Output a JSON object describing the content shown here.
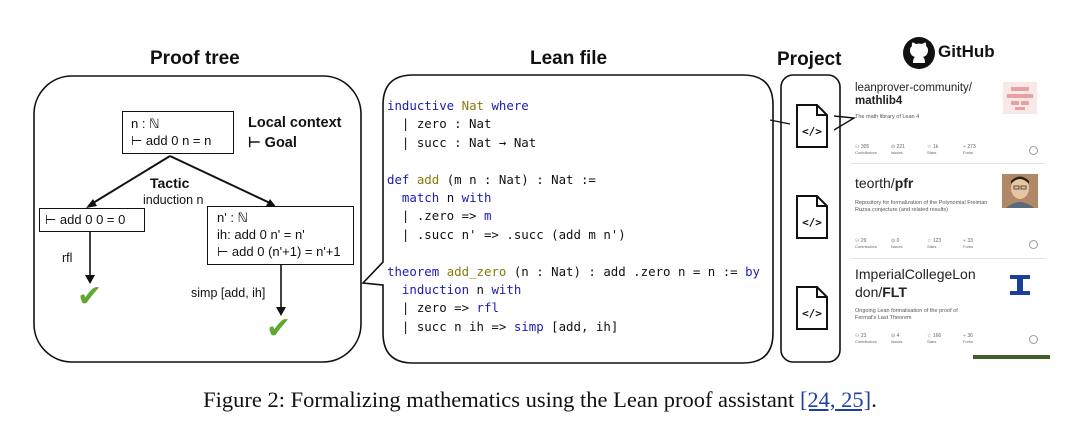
{
  "headers": {
    "proof_tree": "Proof tree",
    "lean_file": "Lean file",
    "project": "Project",
    "github": "GitHub"
  },
  "proof_tree": {
    "root_line1": "n : ℕ",
    "root_line2": "⊢ add 0 n = n",
    "local_context": "Local context",
    "goal": "⊢ Goal",
    "tactic_label": "Tactic",
    "tactic_name": "induction n",
    "left_node": "⊢ add 0 0 = 0",
    "right_line1": "n' : ℕ",
    "right_line2": "ih: add 0 n' = n'",
    "right_line3": "⊢ add 0 (n'+1) = n'+1",
    "left_tactic": "rfl",
    "right_tactic": "simp [add, ih]"
  },
  "lean_code": [
    [
      [
        "kw",
        "inductive "
      ],
      [
        "fn",
        "Nat "
      ],
      [
        "kw",
        "where"
      ]
    ],
    [
      [
        "",
        "  | zero : Nat"
      ]
    ],
    [
      [
        "",
        "  | succ : Nat → Nat"
      ]
    ],
    [
      [
        "",
        ""
      ]
    ],
    [
      [
        "kw",
        "def "
      ],
      [
        "fn",
        "add "
      ],
      [
        "",
        "(m n : Nat) : Nat :="
      ]
    ],
    [
      [
        "kw",
        "  match "
      ],
      [
        "",
        "n "
      ],
      [
        "kw",
        "with"
      ]
    ],
    [
      [
        "",
        "  | .zero => "
      ],
      [
        "kw",
        "m"
      ]
    ],
    [
      [
        "",
        "  | .succ n' => .succ (add m n')"
      ]
    ],
    [
      [
        "",
        ""
      ]
    ],
    [
      [
        "kw",
        "theorem "
      ],
      [
        "fn",
        "add_zero "
      ],
      [
        "",
        "(n : Nat) : add .zero n = n := "
      ],
      [
        "kw",
        "by"
      ]
    ],
    [
      [
        "kw",
        "  induction "
      ],
      [
        "",
        "n "
      ],
      [
        "kw",
        "with"
      ]
    ],
    [
      [
        "",
        "  | zero => "
      ],
      [
        "kw",
        "rfl"
      ]
    ],
    [
      [
        "",
        "  | succ n ih => "
      ],
      [
        "kw",
        "simp "
      ],
      [
        "",
        "[add, ih]"
      ]
    ]
  ],
  "github_cards": [
    {
      "org": "leanprover-community/",
      "repo": "mathlib4",
      "desc": "The math library of Lean 4",
      "stats": [
        [
          "305",
          "Contributors"
        ],
        [
          "221",
          "Issues"
        ],
        [
          "1k",
          "Stars"
        ],
        [
          "273",
          "Forks"
        ]
      ]
    },
    {
      "org": "teorth/",
      "repo": "pfr",
      "desc": "Repository for formalization of the Polynomial Freiman Ruzsa conjecture (and related results)",
      "stats": [
        [
          "29",
          "Contributors"
        ],
        [
          "0",
          "Issues"
        ],
        [
          "123",
          "Stars"
        ],
        [
          "33",
          "Forks"
        ]
      ]
    },
    {
      "org_line1": "ImperialCollegeLon",
      "org_line2": "don/",
      "repo": "FLT",
      "desc": "Ongoing Lean formalisation of the proof of Fermat's Last Theorem",
      "stats": [
        [
          "23",
          "Contributors"
        ],
        [
          "4",
          "Issues"
        ],
        [
          "166",
          "Stars"
        ],
        [
          "36",
          "Forks"
        ]
      ]
    }
  ],
  "caption": {
    "text": "Figure 2: Formalizing mathematics using the Lean proof assistant ",
    "refs": "[24, 25]",
    "end": "."
  },
  "colors": {
    "keyword": "#1b1bb3",
    "identifier": "#8a7a0a",
    "check": "#5fa832",
    "link": "#1f3da8"
  }
}
